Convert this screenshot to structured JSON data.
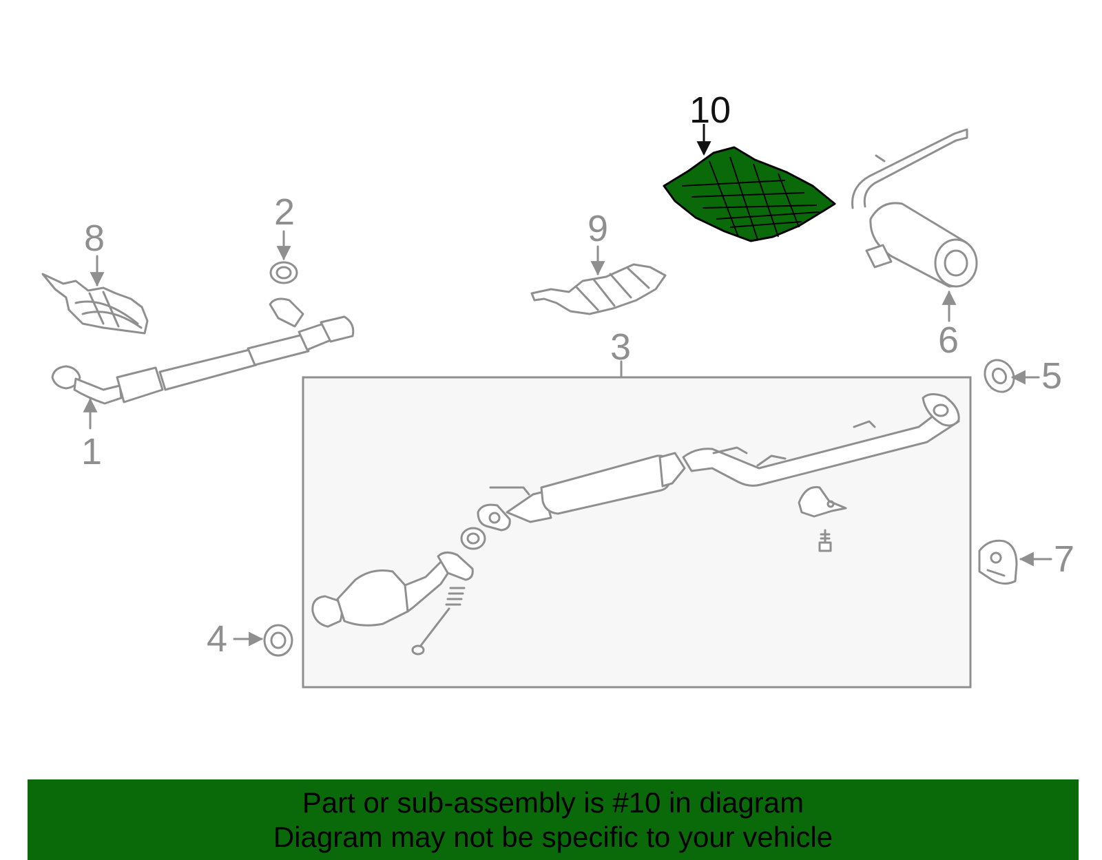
{
  "callouts": {
    "c1": "1",
    "c2": "2",
    "c3": "3",
    "c4": "4",
    "c5": "5",
    "c6": "6",
    "c7": "7",
    "c8": "8",
    "c9": "9",
    "c10": "10"
  },
  "highlight": {
    "part": "10",
    "color": "#0a6a0a"
  },
  "banner": {
    "line1": "Part or sub-assembly is #10 in diagram",
    "line2": "Diagram may not be specific to your vehicle"
  }
}
